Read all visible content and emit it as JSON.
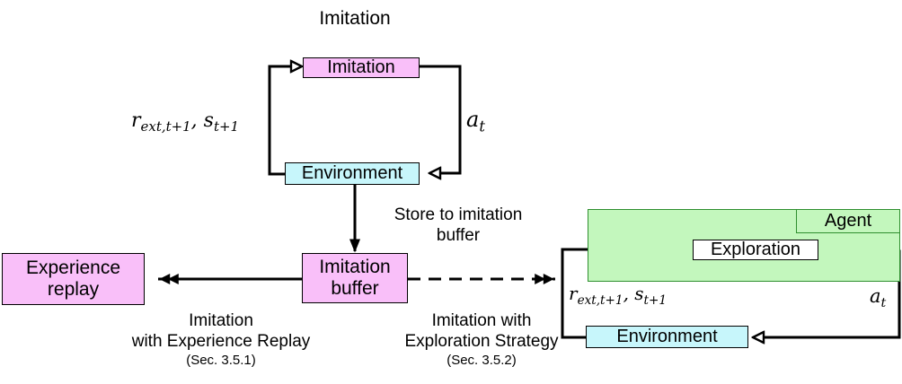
{
  "colors": {
    "pink": "#f9bff9",
    "cyan": "#c7f6fb",
    "green": "#c3f7bd",
    "green_border": "#2f8f2f",
    "line": "#000000"
  },
  "top": {
    "title": "Imitation",
    "imitation_box": "Imitation",
    "environment_box": "Environment",
    "state_reward": {
      "r": "r",
      "r_sub": "ext,t+1",
      "sep": ", ",
      "s": "s",
      "s_sub": "t+1"
    },
    "action": {
      "a": "a",
      "a_sub": "t"
    }
  },
  "middle": {
    "store_label_line1": "Store to imitation",
    "store_label_line2": "buffer",
    "imitation_buffer_line1": "Imitation",
    "imitation_buffer_line2": "buffer",
    "experience_replay_line1": "Experience",
    "experience_replay_line2": "replay"
  },
  "bottom_left": {
    "line1": "Imitation",
    "line2": "with Experience Replay",
    "ref": "(Sec. 3.5.1)"
  },
  "bottom_middle": {
    "line1": "Imitation with",
    "line2": "Exploration Strategy",
    "ref": "(Sec. 3.5.2)"
  },
  "right": {
    "agent_label": "Agent",
    "exploration_box": "Exploration",
    "environment_box": "Environment",
    "state_reward": {
      "r": "r",
      "r_sub": "ext,t+1",
      "sep": ", ",
      "s": "s",
      "s_sub": "t+1"
    },
    "action": {
      "a": "a",
      "a_sub": "t"
    }
  }
}
